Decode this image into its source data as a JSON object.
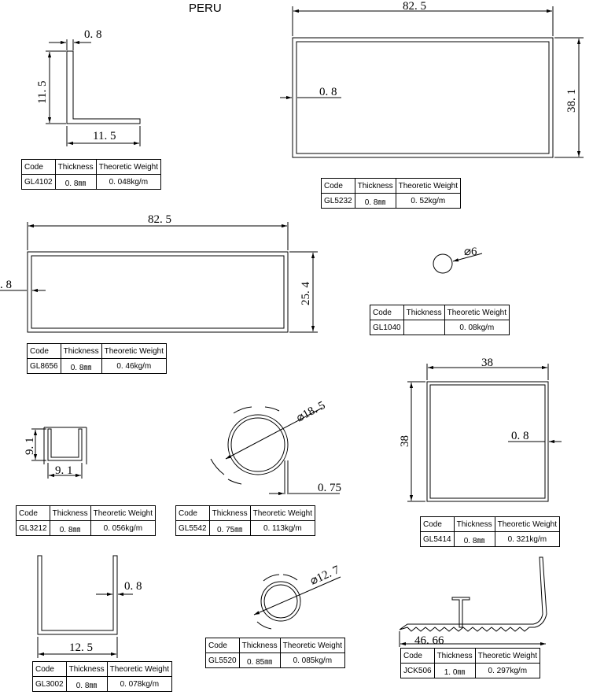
{
  "page_title": "PERU",
  "table_headers": {
    "code": "Code",
    "thickness": "Thickness",
    "weight": "Theoretic Weight"
  },
  "profiles": {
    "gl4102": {
      "code": "GL4102",
      "thickness": "0. 8㎜",
      "weight": "0. 048kg/m",
      "dims": [
        "0. 8",
        "11. 5",
        "11. 5"
      ]
    },
    "gl5232": {
      "code": "GL5232",
      "thickness": "0. 8㎜",
      "weight": "0. 52kg/m",
      "dims": [
        "82. 5",
        "0. 8",
        "38. 1"
      ]
    },
    "gl8656": {
      "code": "GL8656",
      "thickness": "0. 8㎜",
      "weight": "0. 46kg/m",
      "dims": [
        "82. 5",
        ". 8",
        "25. 4"
      ]
    },
    "gl1040": {
      "code": "GL1040",
      "thickness": "",
      "weight": "0. 08kg/m",
      "dims": [
        "⌀6"
      ]
    },
    "gl3212": {
      "code": "GL3212",
      "thickness": "0. 8㎜",
      "weight": "0. 056kg/m",
      "dims": [
        "9. 1",
        "9. 1"
      ]
    },
    "gl5542": {
      "code": "GL5542",
      "thickness": "0. 75㎜",
      "weight": "0. 113kg/m",
      "dims": [
        "⌀18. 5",
        "0. 75"
      ]
    },
    "gl5414": {
      "code": "GL5414",
      "thickness": "0. 8㎜",
      "weight": "0. 321kg/m",
      "dims": [
        "38",
        "38",
        "0. 8"
      ]
    },
    "gl3002": {
      "code": "GL3002",
      "thickness": "0. 8㎜",
      "weight": "0. 078kg/m",
      "dims": [
        "0. 8",
        "12. 5"
      ]
    },
    "gl5520": {
      "code": "GL5520",
      "thickness": "0. 85㎜",
      "weight": "0. 085kg/m",
      "dims": [
        "⌀12. 7"
      ]
    },
    "jck506": {
      "code": "JCK506",
      "thickness": "1. 0㎜",
      "weight": "0. 297kg/m",
      "dims": [
        "46. 66"
      ]
    }
  }
}
